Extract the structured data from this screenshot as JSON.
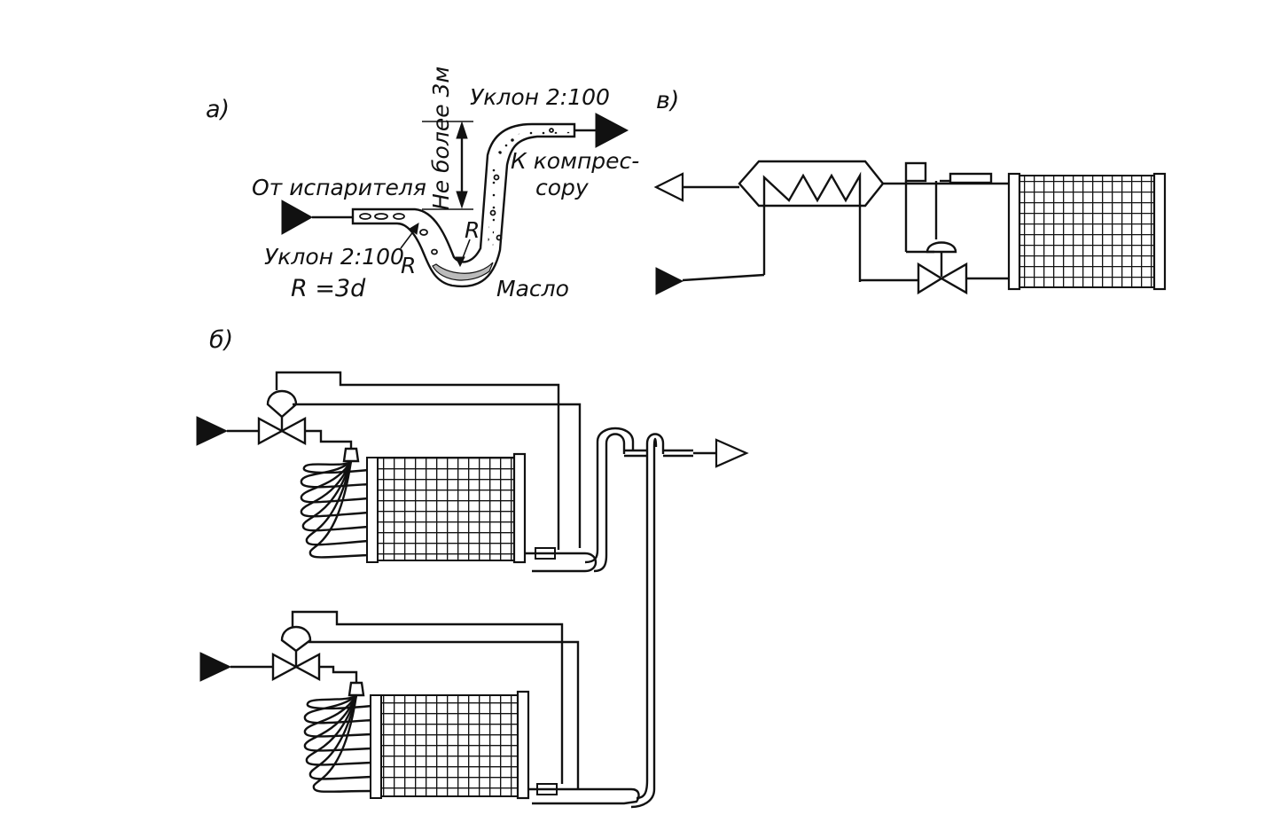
{
  "panels": {
    "a": {
      "marker": "а)",
      "slope_top": "Уклон 2:100",
      "height_limit": "Не более 3м",
      "to_compressor_line1": "К компрес-",
      "to_compressor_line2": "сору",
      "from_evaporator": "От испарителя",
      "radius_mark_1": "R",
      "radius_mark_2": "R",
      "slope_bottom": "Уклон 2:100",
      "radius_rule": "R =3d",
      "oil": "Масло"
    },
    "b": {
      "marker": "б)"
    },
    "v": {
      "marker": "в)"
    }
  },
  "colors": {
    "ink": "#111111",
    "paper": "#ffffff"
  }
}
